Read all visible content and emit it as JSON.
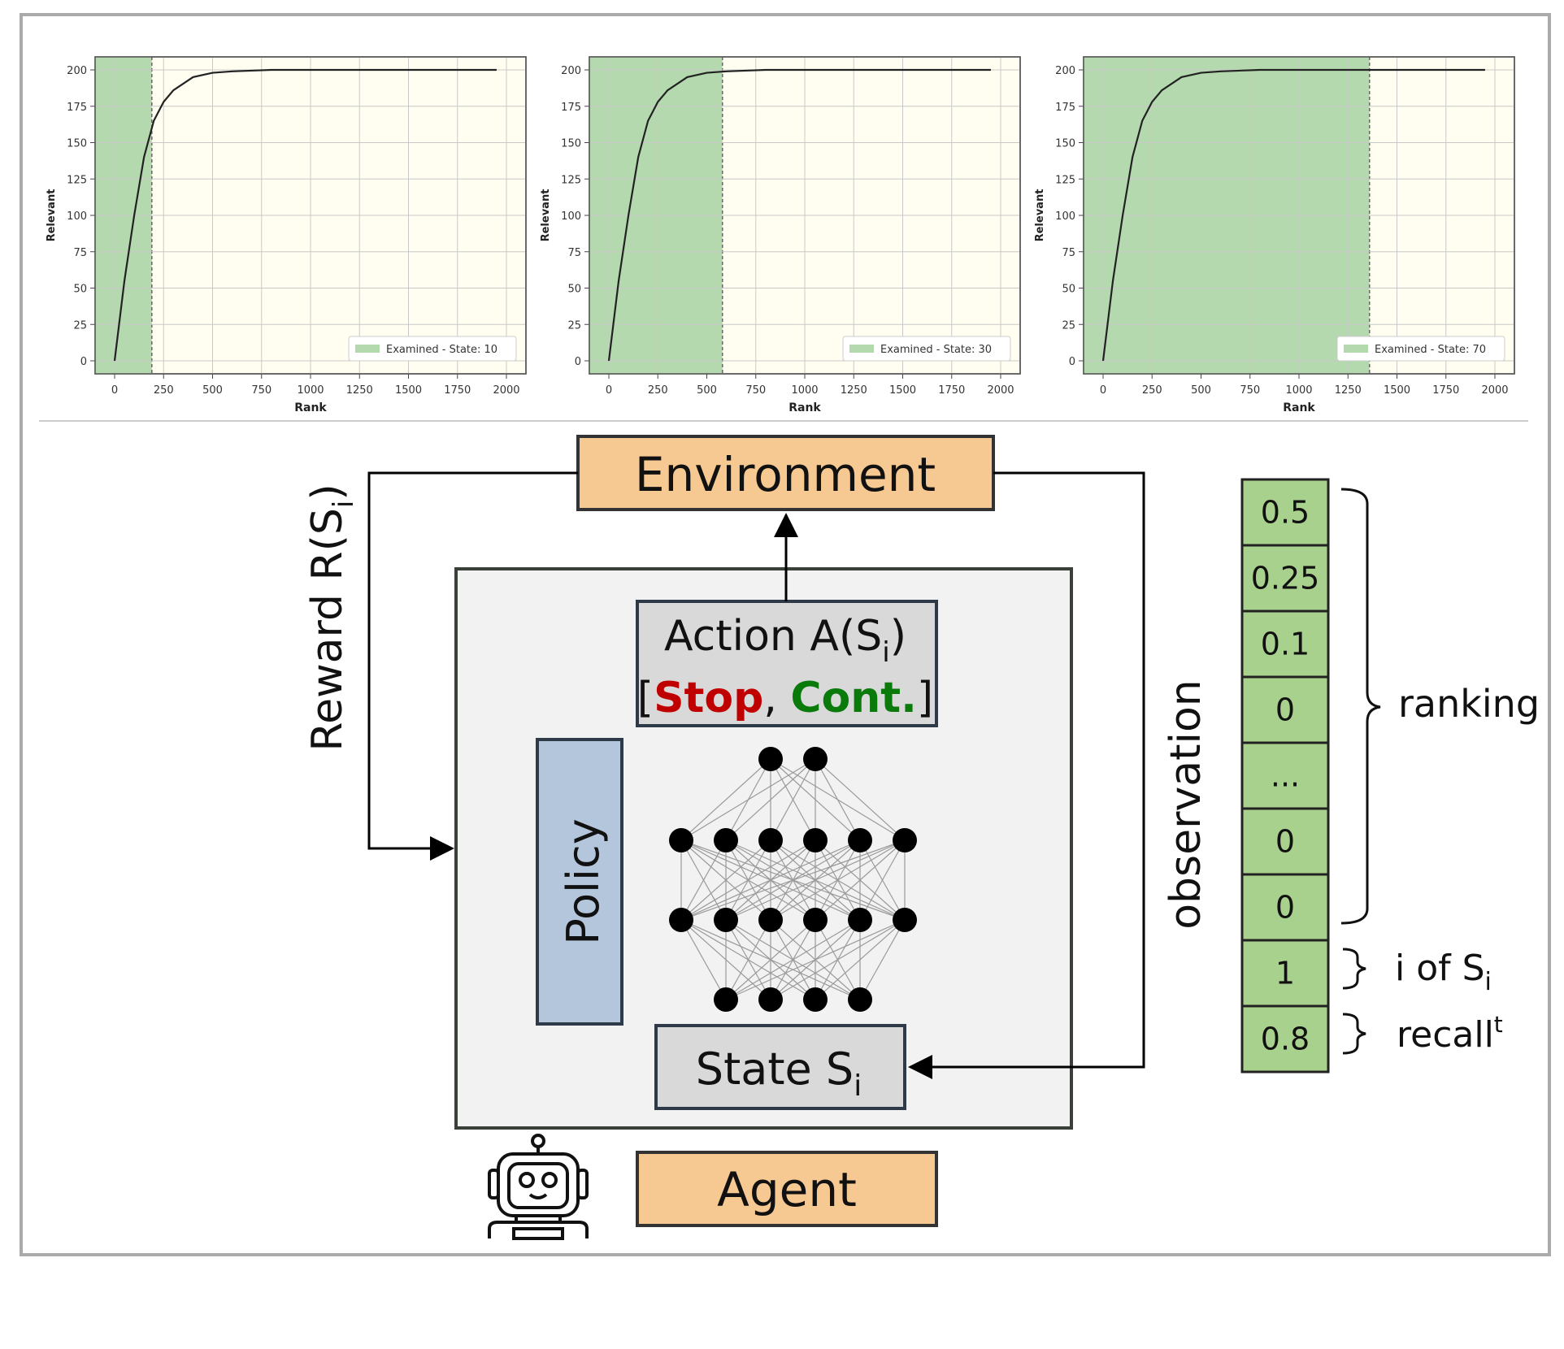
{
  "charts": [
    {
      "legend": "Examined - State: 10",
      "xlabel": "Rank",
      "ylabel": "Relevant",
      "xticks": [
        "0",
        "250",
        "500",
        "750",
        "1000",
        "1250",
        "1500",
        "1750",
        "2000"
      ],
      "yticks": [
        "0",
        "25",
        "50",
        "75",
        "100",
        "125",
        "150",
        "175",
        "200"
      ],
      "examined_until": 190
    },
    {
      "legend": "Examined - State: 30",
      "xlabel": "Rank",
      "ylabel": "Relevant",
      "xticks": [
        "0",
        "250",
        "500",
        "750",
        "1000",
        "1250",
        "1500",
        "1750",
        "2000"
      ],
      "yticks": [
        "0",
        "25",
        "50",
        "75",
        "100",
        "125",
        "150",
        "175",
        "200"
      ],
      "examined_until": 580
    },
    {
      "legend": "Examined - State: 70",
      "xlabel": "Rank",
      "ylabel": "Relevant",
      "xticks": [
        "0",
        "250",
        "500",
        "750",
        "1000",
        "1250",
        "1500",
        "1750",
        "2000"
      ],
      "yticks": [
        "0",
        "25",
        "50",
        "75",
        "100",
        "125",
        "150",
        "175",
        "200"
      ],
      "examined_until": 1360
    }
  ],
  "chart_data": [
    {
      "type": "line",
      "xlabel": "Rank",
      "ylabel": "Relevant",
      "xlim": [
        0,
        2000
      ],
      "ylim": [
        0,
        200
      ],
      "shaded_region": [
        0,
        190
      ],
      "legend": "Examined - State: 10",
      "series": [
        {
          "x": [
            0,
            50,
            100,
            150,
            200,
            250,
            300,
            400,
            500,
            600,
            800,
            1000,
            1500,
            1950
          ],
          "y": [
            0,
            55,
            100,
            140,
            165,
            178,
            186,
            195,
            198,
            199,
            200,
            200,
            200,
            200
          ]
        }
      ]
    },
    {
      "type": "line",
      "xlabel": "Rank",
      "ylabel": "Relevant",
      "xlim": [
        0,
        2000
      ],
      "ylim": [
        0,
        200
      ],
      "shaded_region": [
        0,
        580
      ],
      "legend": "Examined - State: 30",
      "series": [
        {
          "x": [
            0,
            50,
            100,
            150,
            200,
            250,
            300,
            400,
            500,
            600,
            800,
            1000,
            1500,
            1950
          ],
          "y": [
            0,
            55,
            100,
            140,
            165,
            178,
            186,
            195,
            198,
            199,
            200,
            200,
            200,
            200
          ]
        }
      ]
    },
    {
      "type": "line",
      "xlabel": "Rank",
      "ylabel": "Relevant",
      "xlim": [
        0,
        2000
      ],
      "ylim": [
        0,
        200
      ],
      "shaded_region": [
        0,
        1360
      ],
      "legend": "Examined - State: 70",
      "series": [
        {
          "x": [
            0,
            50,
            100,
            150,
            200,
            250,
            300,
            400,
            500,
            600,
            800,
            1000,
            1500,
            1950
          ],
          "y": [
            0,
            55,
            100,
            140,
            165,
            178,
            186,
            195,
            198,
            199,
            200,
            200,
            200,
            200
          ]
        }
      ]
    }
  ],
  "diagram": {
    "environment": "Environment",
    "agent": "Agent",
    "policy": "Policy",
    "action_main": "Action A(S",
    "action_sub": "i",
    "action_close": ")",
    "bracket_open": "[",
    "stop": "Stop",
    "comma": ", ",
    "cont": "Cont.",
    "bracket_close": "]",
    "state_main": "State S",
    "state_sub": "i",
    "reward_main": "Reward R(S",
    "reward_sub": "i",
    "reward_close": ")",
    "observation": "observation",
    "vector": [
      "0.5",
      "0.25",
      "0.1",
      "0",
      "...",
      "0",
      "0",
      "1",
      "0.8"
    ],
    "ranking_label": "ranking",
    "i_of_label": "i of S",
    "i_of_sub": "i",
    "recall_label": "recall",
    "recall_sup": "t"
  },
  "colors": {
    "orange_box": "#F6C892",
    "gray_box": "#D9D9D9",
    "agent_panel": "#F2F2F2",
    "policy_box": "#B4C6DC",
    "vector_cell": "#A9D18E",
    "stop": "#C00000",
    "cont": "#0A7A0A",
    "chart_shade": "#B5D9AE",
    "chart_bg": "#FFFEF0"
  }
}
